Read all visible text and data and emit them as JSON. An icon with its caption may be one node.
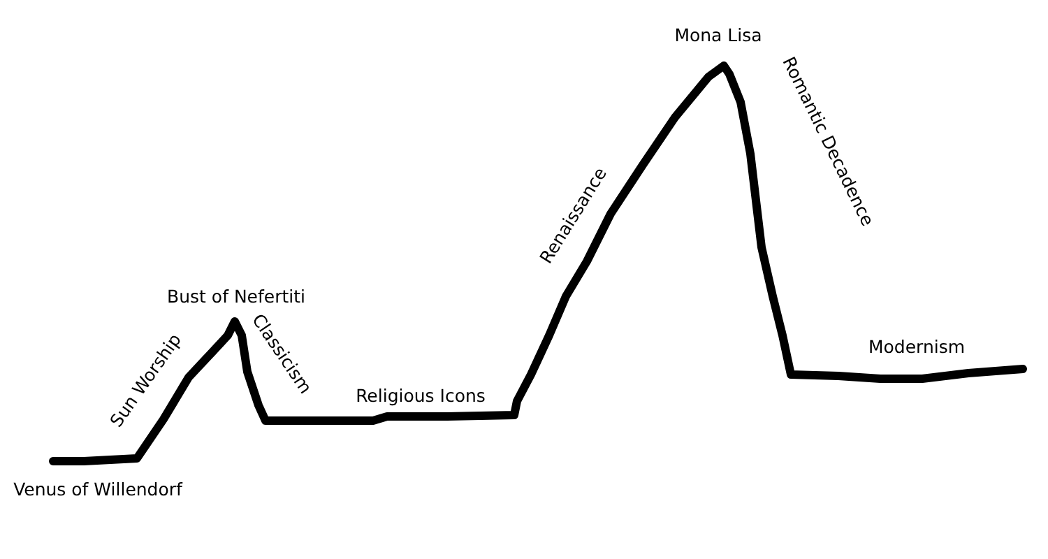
{
  "diagram": {
    "labels": [
      "Venus of Willendorf",
      "Sun Worship",
      "Bust of Nefertiti",
      "Classicism",
      "Religious Icons",
      "Renaissance",
      "Mona Lisa",
      "Romantic Decadence",
      "Modernism"
    ]
  }
}
